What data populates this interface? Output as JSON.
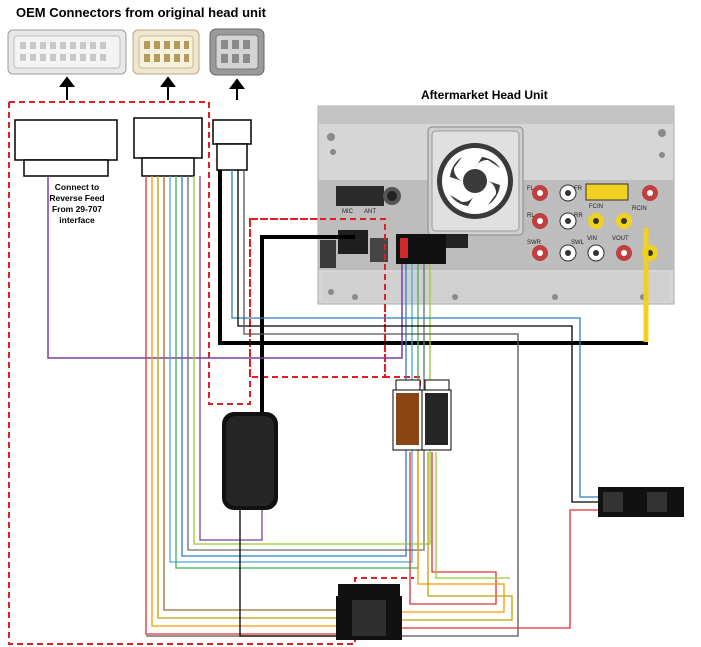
{
  "labels": {
    "oem_title": "OEM Connectors from original head unit",
    "head_unit_title": "Aftermarket Head Unit",
    "reverse_feed_line1": "Connect to",
    "reverse_feed_line2": "Reverse Feed",
    "reverse_feed_line3": "From 29-707",
    "reverse_feed_line4": "interface"
  },
  "head_unit_port_labels": {
    "mic": "MIC",
    "ant": "ANT",
    "fl": "FL",
    "fr": "FR",
    "rl": "RL",
    "rr": "RR",
    "swl": "SWL",
    "swr": "SWR",
    "vin": "VIN",
    "vout": "VOUT",
    "rcin": "RCIN",
    "fcin": "FCIN"
  },
  "colors": {
    "outline": "#000000",
    "dashed_box": "#e02020",
    "reverse_wire": "#7b3fa0",
    "video_cable": "#f0d020",
    "brown_connector": "#8b4513",
    "grey_connector": "#c8c8c8"
  }
}
